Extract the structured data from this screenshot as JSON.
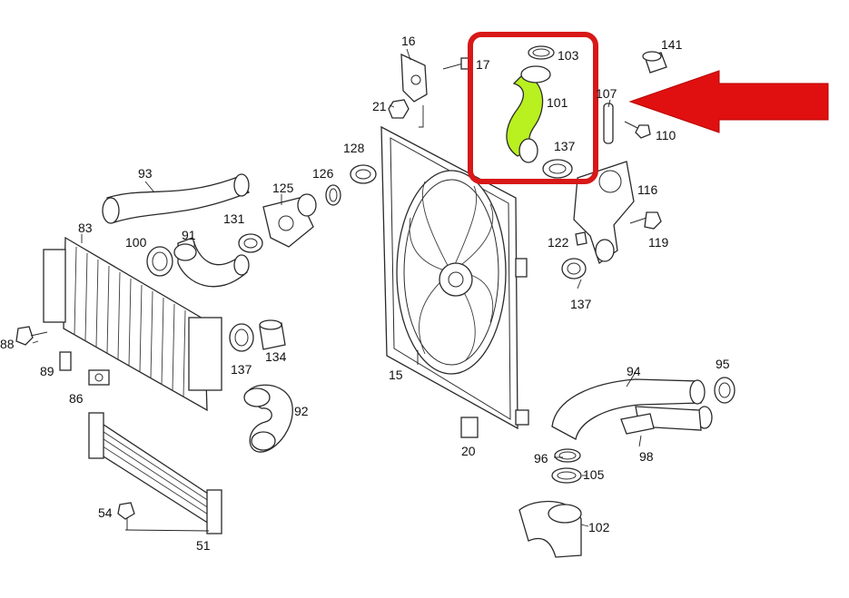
{
  "colors": {
    "highlight_box": "#d81818",
    "arrow": "#e01010",
    "highlight_part": "#b8f020",
    "line": "#2a2a2a"
  },
  "labels": {
    "p16": "16",
    "p17": "17",
    "p21": "21",
    "p103": "103",
    "p101": "101",
    "p137a": "137",
    "p141": "141",
    "p107": "107",
    "p110": "110",
    "p116": "116",
    "p119": "119",
    "p122": "122",
    "p137b": "137",
    "p128": "128",
    "p126": "126",
    "p125": "125",
    "p93": "93",
    "p131": "131",
    "p83": "83",
    "p100": "100",
    "p91": "91",
    "p88": "88",
    "p89": "89",
    "p86": "86",
    "p137c": "137",
    "p134": "134",
    "p92": "92",
    "p15": "15",
    "p20": "20",
    "p94": "94",
    "p95": "95",
    "p96": "96",
    "p98": "98",
    "p105": "105",
    "p102": "102",
    "p54": "54",
    "p51": "51"
  }
}
